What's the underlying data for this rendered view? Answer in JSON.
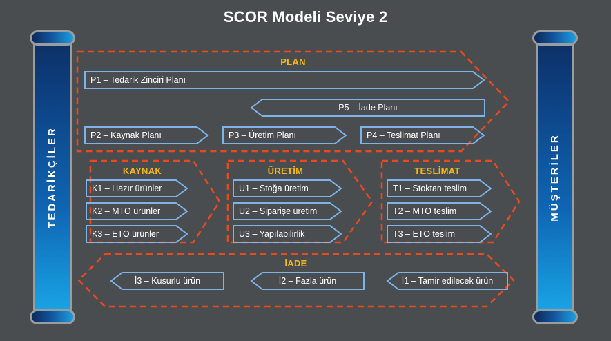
{
  "title": "SCOR Modeli Seviye 2",
  "colors": {
    "background": "#4a4d50",
    "dashed_border": "#e8491d",
    "section_header": "#f2b718",
    "chip_border": "#7db3e8",
    "text": "#ffffff",
    "pillar_gradient_top": "#0d2f63",
    "pillar_gradient_bottom": "#19a8e8",
    "pillar_frame": "#9a9da0"
  },
  "pillars": {
    "left": {
      "label": "TEDARİKÇİLER"
    },
    "right": {
      "label": "MÜŞTERİLER"
    }
  },
  "sections": {
    "plan": {
      "header": "PLAN",
      "items": [
        {
          "label": "P1 – Tedarik Zinciri Planı",
          "direction": "right"
        },
        {
          "label": "P5 – İade Planı",
          "direction": "left"
        },
        {
          "label": "P2 – Kaynak Planı",
          "direction": "right"
        },
        {
          "label": "P3 – Üretim Planı",
          "direction": "right"
        },
        {
          "label": "P4 – Teslimat Planı",
          "direction": "right"
        }
      ]
    },
    "kaynak": {
      "header": "KAYNAK",
      "items": [
        {
          "label": "K1 – Hazır ürünler",
          "direction": "right"
        },
        {
          "label": "K2 – MTO ürünler",
          "direction": "right"
        },
        {
          "label": "K3 – ETO ürünler",
          "direction": "right"
        }
      ]
    },
    "uretim": {
      "header": "ÜRETİM",
      "items": [
        {
          "label": "U1 – Stoğa üretim",
          "direction": "right"
        },
        {
          "label": "U2 – Siparişe üretim",
          "direction": "right"
        },
        {
          "label": "U3 – Yapılabilirlik",
          "direction": "right"
        }
      ]
    },
    "teslimat": {
      "header": "TESLİMAT",
      "items": [
        {
          "label": "T1 – Stoktan teslim",
          "direction": "right"
        },
        {
          "label": "T2 – MTO teslim",
          "direction": "right"
        },
        {
          "label": "T3 – ETO teslim",
          "direction": "right"
        }
      ]
    },
    "iade": {
      "header": "İADE",
      "items": [
        {
          "label": "İ3 – Kusurlu ürün",
          "direction": "left"
        },
        {
          "label": "İ2 – Fazla ürün",
          "direction": "left"
        },
        {
          "label": "İ1 – Tamir edilecek ürün",
          "direction": "left"
        }
      ]
    }
  }
}
